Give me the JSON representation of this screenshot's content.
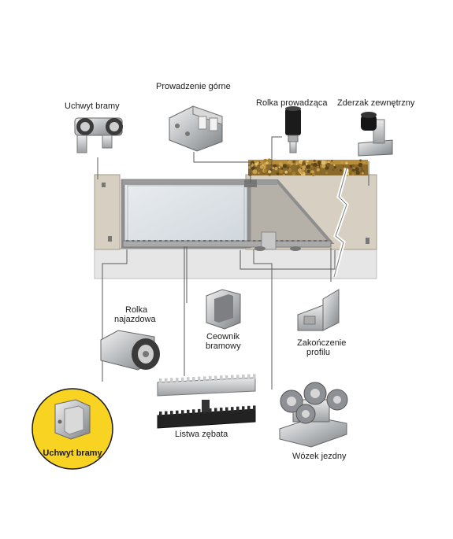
{
  "labels": {
    "uchwyt_bramy_top": "Uchwyt bramy",
    "prowadzenie_gorne": "Prowadzenie górne",
    "rolka_prowadzaca": "Rolka prowadząca",
    "zderzak_zewnetrzny": "Zderzak zewnętrzny",
    "rolka_najazdowa_1": "Rolka",
    "rolka_najazdowa_2": "najazdowa",
    "ceownik_1": "Ceownik",
    "ceownik_2": "bramowy",
    "zakonczenie_1": "Zakończenie",
    "zakonczenie_2": "profilu",
    "listwa_zebata": "Listwa zębata",
    "wozek_jezdny": "Wózek jezdny",
    "uchwyt_bramy_badge": "Uchwyt bramy"
  },
  "colors": {
    "badge_yellow": "#f9d321",
    "wall": "#d7d0c2",
    "gate_frame": "#9a9a9a",
    "ground": "#e6e6e6",
    "leader": "#5a5a5a"
  }
}
